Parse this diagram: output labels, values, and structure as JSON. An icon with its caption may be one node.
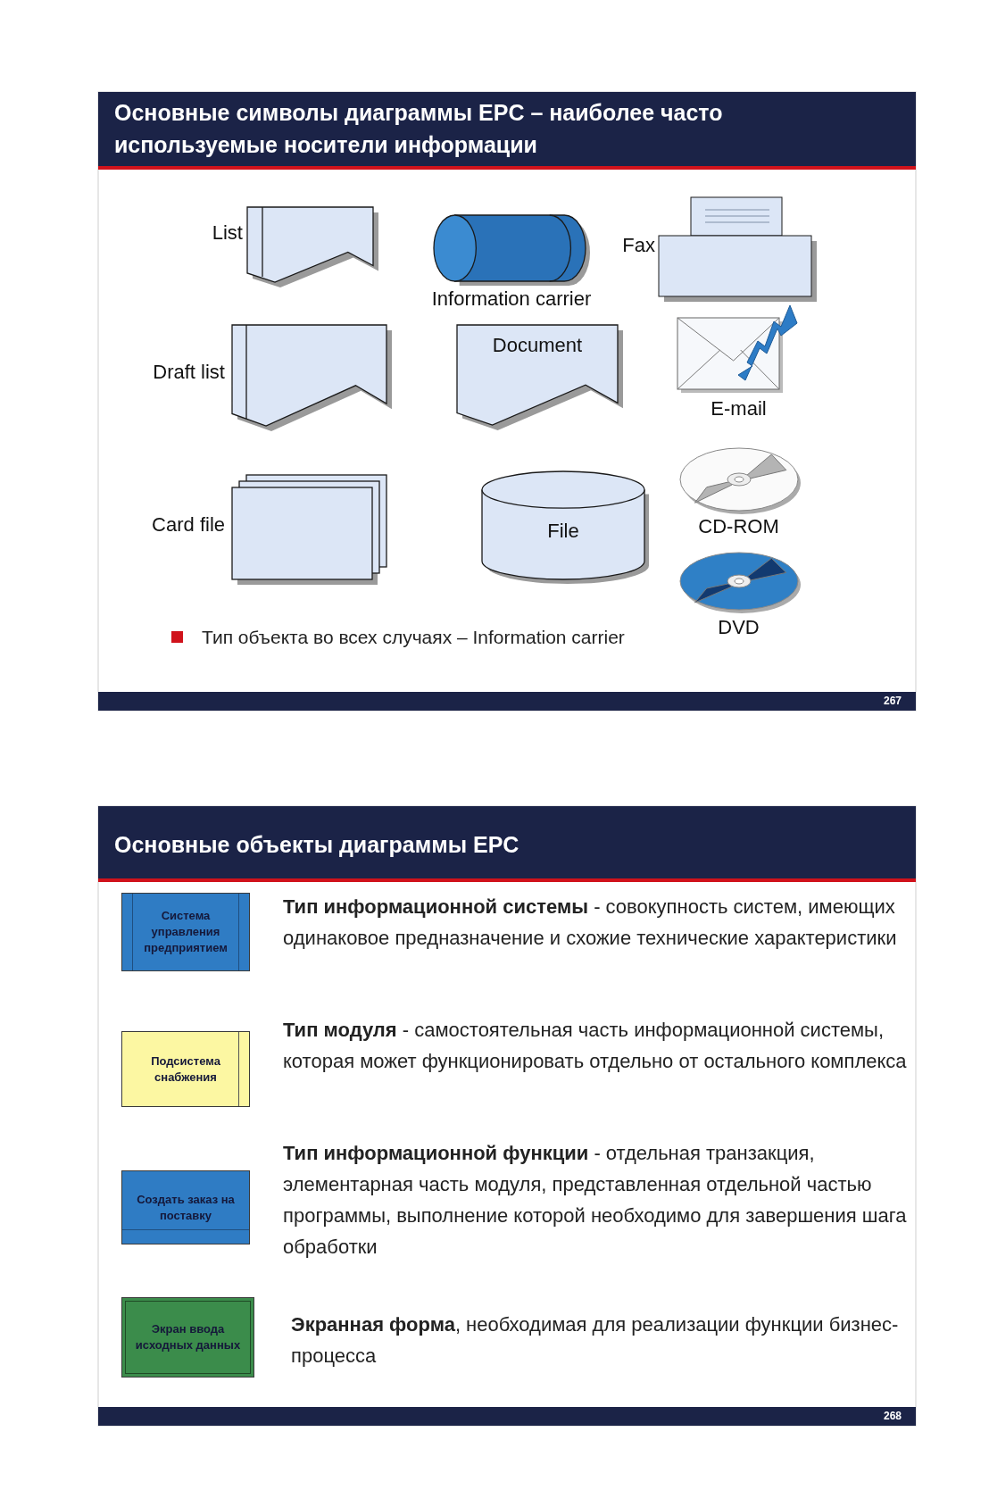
{
  "diagram": {
    "nodes": [
      {
        "text": [
          "List"
        ]
      },
      {
        "text": [
          "Information carrier"
        ]
      },
      {
        "text": [
          "Fax"
        ]
      },
      {
        "text": [
          "Draft list"
        ]
      },
      {
        "text": [
          "Document"
        ]
      },
      {
        "text": [
          "E-mail"
        ]
      },
      {
        "text": [
          "Card file"
        ]
      },
      {
        "text": [
          "File"
        ]
      },
      {
        "text": [
          "CD-ROM"
        ]
      },
      {
        "text": [
          "DVD"
        ]
      },
      {
        "text": [
          "Система управления предприятием"
        ],
        "beside": [
          "**Тип информационной системы** - совокупность систем, имеющих одинаковое предназначение и схожие технические характеристики"
        ]
      },
      {
        "text": [
          "Подсистема снабжения"
        ],
        "beside": [
          "**Тип модуля** - самостоятельная часть информационной системы, которая может функционировать отдельно от остального комплекса"
        ]
      },
      {
        "text": [
          "Создать заказ на поставку"
        ],
        "beside": [
          "**Тип информационной функции** - отдельная транзакция, элементарная часть модуля, представленная отдельной частью программы, выполнение которой необходимо для завершения шага обработки"
        ]
      },
      {
        "text": [
          "Экран ввода исходных данных"
        ],
        "beside": [
          "**Экранная форма**, необходимая для реализации функции бизнес-процесса"
        ]
      }
    ],
    "labels": [
      "Основные символы диаграммы EPC – наиболее часто используемые носители информации",
      "Тип объекта во всех случаях – Information carrier",
      "267",
      "Основные объекты диаграммы EPC",
      "268"
    ]
  }
}
